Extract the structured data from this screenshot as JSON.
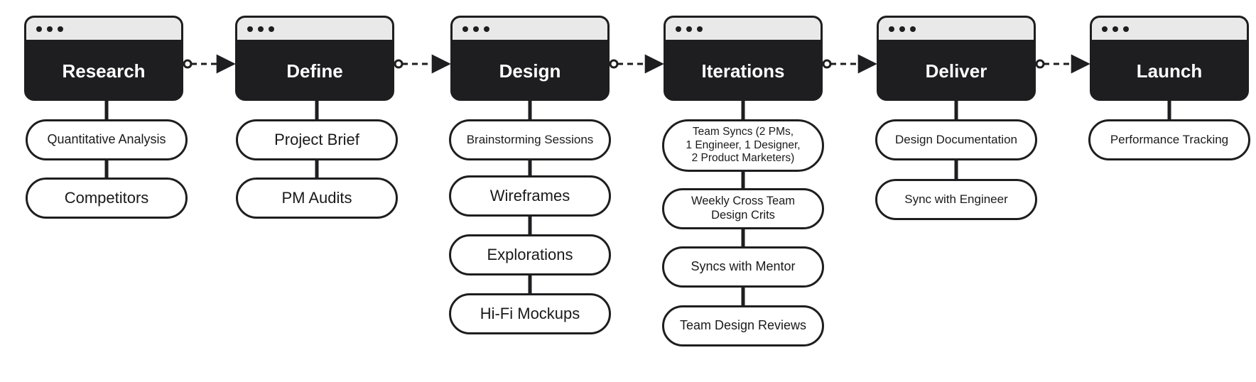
{
  "colors": {
    "stage_fill": "#1e1e20",
    "stage_bar": "#e9e9e9",
    "stage_text": "#ffffff",
    "pill_fill": "#ffffff",
    "stroke": "#1e1e20"
  },
  "stages": [
    {
      "title": "Research",
      "icon": "window-dots-icon",
      "items": [
        "Quantitative Analysis",
        "Competitors"
      ]
    },
    {
      "title": "Define",
      "icon": "window-dots-icon",
      "items": [
        "Project Brief",
        "PM Audits"
      ]
    },
    {
      "title": "Design",
      "icon": "window-dots-icon",
      "items": [
        "Brainstorming Sessions",
        "Wireframes",
        "Explorations",
        "Hi-Fi Mockups"
      ]
    },
    {
      "title": "Iterations",
      "icon": "window-dots-icon",
      "items": [
        "Team Syncs (2 PMs,\n1 Engineer, 1 Designer,\n2 Product Marketers)",
        "Weekly Cross Team\nDesign Crits",
        "Syncs with Mentor",
        "Team Design Reviews"
      ]
    },
    {
      "title": "Deliver",
      "icon": "window-dots-icon",
      "items": [
        "Design Documentation",
        "Sync with Engineer"
      ]
    },
    {
      "title": "Launch",
      "icon": "window-dots-icon",
      "items": [
        "Performance Tracking"
      ]
    }
  ]
}
